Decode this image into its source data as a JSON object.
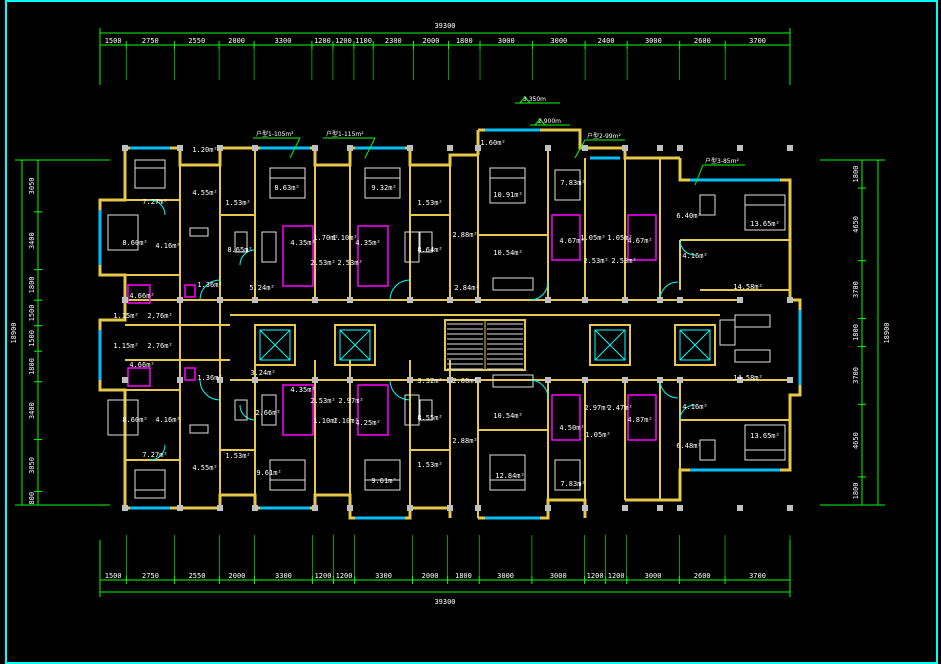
{
  "drawing": {
    "total_width_top": "39300",
    "total_width_bottom": "39300",
    "total_depth_left": "18900",
    "total_depth_right": "18900",
    "top_dims": [
      "1500",
      "2750",
      "2550",
      "2000",
      "3300",
      "1200",
      "1200",
      "1100",
      "2300",
      "2000",
      "1800",
      "3000",
      "3000",
      "2400",
      "3000",
      "2600",
      "3700"
    ],
    "bottom_dims": [
      "1500",
      "2750",
      "2550",
      "2000",
      "3300",
      "1200",
      "1200",
      "3300",
      "2000",
      "1800",
      "3000",
      "3000",
      "1200",
      "1200",
      "3000",
      "2600",
      "3700"
    ],
    "left_dims": [
      "3050",
      "3400",
      "1800",
      "1500",
      "1500",
      "1800",
      "3400",
      "3050",
      "800"
    ],
    "right_dims": [
      "1800",
      "4650",
      "3700",
      "1800",
      "3700",
      "4650",
      "1800"
    ],
    "elevation_labels": [
      "3.350m",
      "2.900m"
    ],
    "unit_notes": [
      "户型1-105m²",
      "户型1-115m²",
      "户型2-99m²",
      "户型3-85m²"
    ],
    "room_areas": [
      "1.20m²",
      "7.27m²",
      "4.55m²",
      "8.60m²",
      "4.16m²",
      "4.66m²",
      "1.36m²",
      "1.15m²",
      "2.76m²",
      "1.15m²",
      "2.76m²",
      "4.66m²",
      "1.36m²",
      "8.60m²",
      "4.16m²",
      "7.27m²",
      "4.55m²",
      "1.53m²",
      "8.63m²",
      "8.65m²",
      "4.35m²",
      "5.24m²",
      "9.32m²",
      "4.35m²",
      "1.70m²",
      "2.53m²",
      "1.10m²",
      "2.53m²",
      "1.53m²",
      "8.64m²",
      "1.60m²",
      "10.91m²",
      "2.88m²",
      "10.54m²",
      "2.84m²",
      "7.83m²",
      "4.67m²",
      "1.05m²",
      "1.05m²",
      "4.67m²",
      "2.53m²",
      "2.53m²",
      "4.16m²",
      "6.40m²",
      "13.65m²",
      "14.58m²",
      "3.24m²",
      "2.66m²",
      "4.35m²",
      "2.53m²",
      "2.97m²",
      "4.25m²",
      "1.10m²",
      "1.10m²",
      "9.61m²",
      "1.53m²",
      "9.61m²",
      "3.32m²",
      "8.55m²",
      "1.53m²",
      "2.88m²",
      "10.54m²",
      "2.88m²",
      "12.84m²",
      "7.83m²",
      "4.50m²",
      "2.97m²",
      "2.47m²",
      "4.87m²",
      "1.05m²",
      "14.58m²",
      "4.16m²",
      "6.48m²",
      "13.65m²"
    ]
  },
  "colors": {
    "frame": "#00ffff",
    "dimension": "#00ff00",
    "wall": "#e6c84a",
    "partition": "#ff00ff",
    "window": "#00bfff",
    "furniture": "#e0e0e0",
    "column": "#c0c0c0"
  }
}
